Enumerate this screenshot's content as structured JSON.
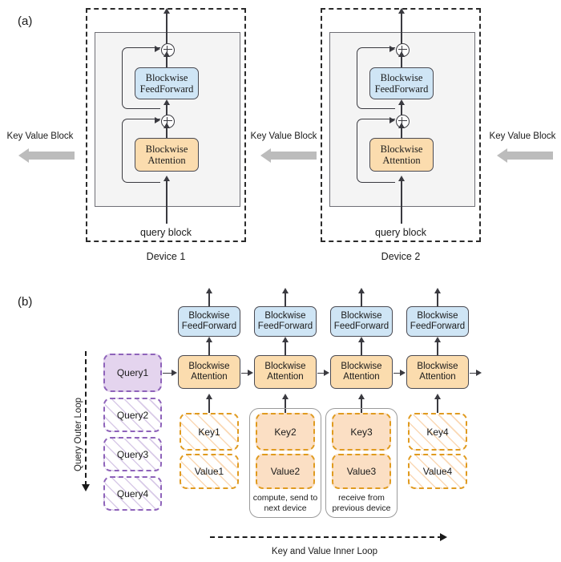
{
  "figure": {
    "panel_a_label": "(a)",
    "panel_b_label": "(b)"
  },
  "panel_a": {
    "devices": [
      {
        "caption": "Device 1",
        "input_label": "query block",
        "feedforward_label": "Blockwise\nFeedForward",
        "attention_label": "Blockwise\nAttention",
        "kv_label": "Key Value Block"
      },
      {
        "caption": "Device 2",
        "input_label": "query block",
        "feedforward_label": "Blockwise\nFeedForward",
        "attention_label": "Blockwise\nAttention",
        "kv_label": "Key Value Block"
      }
    ],
    "kv_label_right": "Key Value Block",
    "colors": {
      "feedforward_fill": "#cfe5f5",
      "attention_fill": "#fbdcae",
      "device_inner_fill": "#f4f4f4",
      "kv_arrow": "#bcbcbc",
      "node_stroke": "#4a4a52",
      "device_dash": "#2b2b2b"
    }
  },
  "panel_b": {
    "outer_loop_label": "Query Outer Loop",
    "inner_loop_label": "Key and Value Inner Loop",
    "feedforward_label": "Blockwise\nFeedForward",
    "attention_label": "Blockwise\nAttention",
    "queries": [
      {
        "label": "Query1",
        "style": "active"
      },
      {
        "label": "Query2",
        "style": "hatched"
      },
      {
        "label": "Query3",
        "style": "hatched"
      },
      {
        "label": "Query4",
        "style": "hatched"
      }
    ],
    "columns": [
      {
        "feedforward_label": "Blockwise\nFeedForward",
        "attention_label": "Blockwise\nAttention",
        "key_label": "Key1",
        "value_label": "Value1",
        "kv_style": "hatched",
        "note": ""
      },
      {
        "feedforward_label": "Blockwise\nFeedForward",
        "attention_label": "Blockwise\nAttention",
        "key_label": "Key2",
        "value_label": "Value2",
        "kv_style": "active",
        "note": "compute, send to\nnext device"
      },
      {
        "feedforward_label": "Blockwise\nFeedForward",
        "attention_label": "Blockwise\nAttention",
        "key_label": "Key3",
        "value_label": "Value3",
        "kv_style": "active",
        "note": "receive from\nprevious device"
      },
      {
        "feedforward_label": "Blockwise\nFeedForward",
        "attention_label": "Blockwise\nAttention",
        "key_label": "Key4",
        "value_label": "Value4",
        "kv_style": "hatched",
        "note": ""
      }
    ],
    "colors": {
      "query_border": "#8e63ba",
      "query_fill": "#e4d4ee",
      "kv_border": "#e09b20",
      "kv_fill": "#fbdfc4",
      "feedforward_fill": "#cfe5f5",
      "attention_fill": "#fbdcae"
    }
  }
}
